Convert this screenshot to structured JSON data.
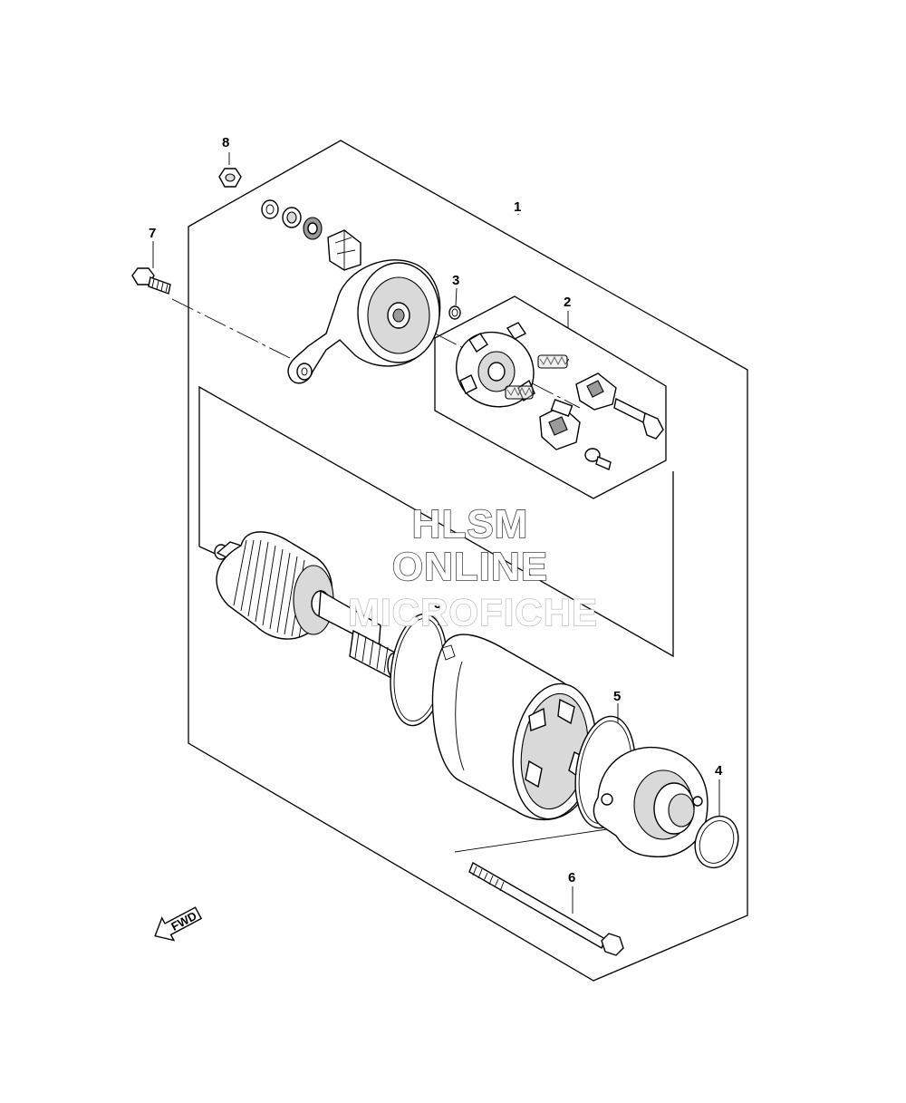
{
  "callouts": {
    "p1": "1",
    "p2": "2",
    "p3": "3",
    "p4": "4",
    "p5a": "5",
    "p5b": "5",
    "p6": "6",
    "p7": "7",
    "p8": "8"
  },
  "watermark": {
    "line1": "HLSM",
    "line2": "ONLINE",
    "line3": "MICROFICHE"
  },
  "direction": {
    "label": "FWD"
  }
}
